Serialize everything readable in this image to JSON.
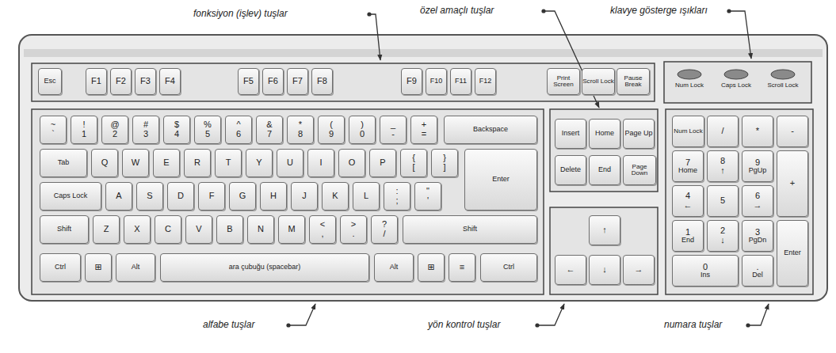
{
  "diagram": {
    "nodes": [
      {
        "text": [
          "Esc"
        ]
      },
      {
        "text": [
          "F1"
        ]
      },
      {
        "text": [
          "F2"
        ]
      },
      {
        "text": [
          "F3"
        ]
      },
      {
        "text": [
          "F4"
        ]
      },
      {
        "text": [
          "F5"
        ]
      },
      {
        "text": [
          "F6"
        ]
      },
      {
        "text": [
          "F7"
        ]
      },
      {
        "text": [
          "F8"
        ]
      },
      {
        "text": [
          "F9"
        ]
      },
      {
        "text": [
          "F10"
        ]
      },
      {
        "text": [
          "F11"
        ]
      },
      {
        "text": [
          "F12"
        ]
      },
      {
        "text": [
          "Print Screen"
        ]
      },
      {
        "text": [
          "Scroll Lock"
        ]
      },
      {
        "text": [
          "Pause Break"
        ]
      },
      {
        "text": [
          "~",
          "`"
        ]
      },
      {
        "text": [
          "!",
          "1"
        ]
      },
      {
        "text": [
          "@",
          "2"
        ]
      },
      {
        "text": [
          "#",
          "3"
        ]
      },
      {
        "text": [
          "$",
          "4"
        ]
      },
      {
        "text": [
          "%",
          "5"
        ]
      },
      {
        "text": [
          "^",
          "6"
        ]
      },
      {
        "text": [
          "&",
          "7"
        ]
      },
      {
        "text": [
          "*",
          "8"
        ]
      },
      {
        "text": [
          "(",
          "9"
        ]
      },
      {
        "text": [
          ")",
          "0"
        ]
      },
      {
        "text": [
          "_",
          "-"
        ]
      },
      {
        "text": [
          "+",
          "="
        ]
      },
      {
        "text": [
          "Backspace"
        ]
      },
      {
        "text": [
          "Tab"
        ]
      },
      {
        "text": [
          "Q"
        ]
      },
      {
        "text": [
          "W"
        ]
      },
      {
        "text": [
          "E"
        ]
      },
      {
        "text": [
          "R"
        ]
      },
      {
        "text": [
          "T"
        ]
      },
      {
        "text": [
          "Y"
        ]
      },
      {
        "text": [
          "U"
        ]
      },
      {
        "text": [
          "I"
        ]
      },
      {
        "text": [
          "O"
        ]
      },
      {
        "text": [
          "P"
        ]
      },
      {
        "text": [
          "{",
          "["
        ]
      },
      {
        "text": [
          "}",
          "]"
        ]
      },
      {
        "text": [
          "Enter"
        ]
      },
      {
        "text": [
          "Caps Lock"
        ]
      },
      {
        "text": [
          "A"
        ]
      },
      {
        "text": [
          "S"
        ]
      },
      {
        "text": [
          "D"
        ]
      },
      {
        "text": [
          "F"
        ]
      },
      {
        "text": [
          "G"
        ]
      },
      {
        "text": [
          "H"
        ]
      },
      {
        "text": [
          "J"
        ]
      },
      {
        "text": [
          "K"
        ]
      },
      {
        "text": [
          "L"
        ]
      },
      {
        "text": [
          ":",
          ";"
        ]
      },
      {
        "text": [
          "\"",
          "'"
        ]
      },
      {
        "text": [
          "Shift"
        ]
      },
      {
        "text": [
          "Z"
        ]
      },
      {
        "text": [
          "X"
        ]
      },
      {
        "text": [
          "C"
        ]
      },
      {
        "text": [
          "V"
        ]
      },
      {
        "text": [
          "B"
        ]
      },
      {
        "text": [
          "N"
        ]
      },
      {
        "text": [
          "M"
        ]
      },
      {
        "text": [
          "<",
          ","
        ]
      },
      {
        "text": [
          ">",
          "."
        ]
      },
      {
        "text": [
          "?",
          "/"
        ]
      },
      {
        "text": [
          "Shift"
        ]
      },
      {
        "text": [
          "Ctrl"
        ]
      },
      {
        "text": [
          "⊞"
        ]
      },
      {
        "text": [
          "Alt"
        ]
      },
      {
        "text": [
          "ara çubuğu (spacebar)"
        ]
      },
      {
        "text": [
          "Alt"
        ]
      },
      {
        "text": [
          "⊞"
        ]
      },
      {
        "text": [
          "≡"
        ]
      },
      {
        "text": [
          "Ctrl"
        ]
      },
      {
        "text": [
          "Insert"
        ]
      },
      {
        "text": [
          "Home"
        ]
      },
      {
        "text": [
          "Page Up"
        ]
      },
      {
        "text": [
          "Delete"
        ]
      },
      {
        "text": [
          "End"
        ]
      },
      {
        "text": [
          "Page Down"
        ]
      },
      {
        "text": [
          "↑"
        ]
      },
      {
        "text": [
          "←"
        ]
      },
      {
        "text": [
          "↓"
        ]
      },
      {
        "text": [
          "→"
        ]
      },
      {
        "text": [
          "Num Lock"
        ]
      },
      {
        "text": [
          "/"
        ]
      },
      {
        "text": [
          "*"
        ]
      },
      {
        "text": [
          "-"
        ]
      },
      {
        "text": [
          "7",
          "Home"
        ]
      },
      {
        "text": [
          "8",
          "↑"
        ]
      },
      {
        "text": [
          "9",
          "PgUp"
        ]
      },
      {
        "text": [
          "+"
        ]
      },
      {
        "text": [
          "4",
          "←"
        ]
      },
      {
        "text": [
          "5"
        ]
      },
      {
        "text": [
          "6",
          "→"
        ]
      },
      {
        "text": [
          "1",
          "End"
        ]
      },
      {
        "text": [
          "2",
          "↓"
        ]
      },
      {
        "text": [
          "3",
          "PgDn"
        ]
      },
      {
        "text": [
          "Enter"
        ]
      },
      {
        "text": [
          "0",
          "Ins"
        ]
      },
      {
        "text": [
          ".",
          "Del"
        ]
      }
    ],
    "labels": [
      "fonksiyon (işlev) tuşlar",
      "özel amaçlı tuşlar",
      "klavye gösterge ışıkları",
      "alfabe tuşlar",
      "yön kontrol tuşlar",
      "numara tuşlar",
      "Num Lock",
      "Caps Lock",
      "Scroll Lock"
    ]
  }
}
